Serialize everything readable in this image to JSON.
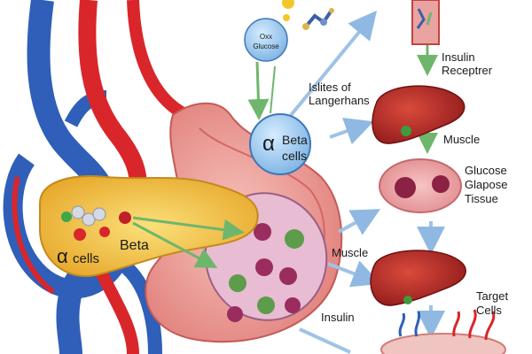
{
  "labels": {
    "top_circle_line1": "Oxx",
    "top_circle_line2": "Glucose",
    "insulin_receptor_line1": "Insulin",
    "insulin_receptor_line2": "Receptrer",
    "islets_line1": "Islites of",
    "islets_line2": "Langerhans",
    "circle_alpha": "α",
    "circle_beta": "Beta",
    "circle_cells": "cells",
    "muscle_right": "Muscle",
    "glucose_line1": "Glucose",
    "glucose_line2": "Glapose",
    "glucose_line3": "Tissue",
    "muscle_mid": "Muscle",
    "target_line1": "Target",
    "target_line2": "Cells",
    "insulin_bottom": "Insulin",
    "pancreas_alpha": "α",
    "pancreas_cells": "cells",
    "pancreas_beta": "Beta"
  },
  "colors": {
    "vein_blue": "#2f5fb8",
    "artery_red": "#d8262b",
    "pancreas_yellow": "#f2c442",
    "stomach_pink": "#ee9c97",
    "liver_red": "#b32424",
    "islet_circle": "#9cc8ee",
    "arrow_blue": "#9ec3e6",
    "arrow_green": "#7cc07a"
  }
}
